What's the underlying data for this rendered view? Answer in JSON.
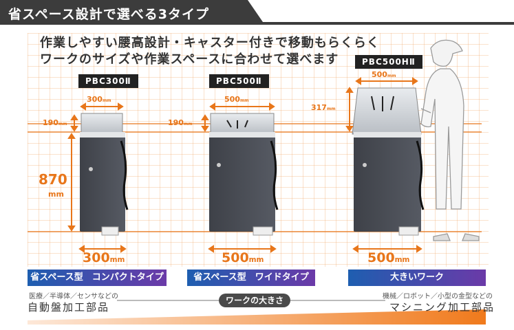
{
  "banner": {
    "title": "省スペース設計で選べる3タイプ"
  },
  "headline": {
    "line1": "作業しやすい腰高設計・キャスター付きで移動もらくらく",
    "line2": "ワークのサイズや作業スペースに合わせて選べます"
  },
  "models": [
    {
      "name": "PBC300Ⅱ",
      "top_width": "300",
      "tray_height": "190",
      "total_height": "870",
      "base_width": "300",
      "type_label": "省スペース型　コンパクトタイプ"
    },
    {
      "name": "PBC500Ⅱ",
      "top_width": "500",
      "tray_height": "190",
      "base_width": "500",
      "type_label": "省スペース型　ワイドタイプ"
    },
    {
      "name": "PBC500HⅡ",
      "top_width": "500",
      "tray_height": "317",
      "base_width": "500",
      "type_label": "大きいワーク"
    }
  ],
  "unit": "mm",
  "scale": {
    "left_caption": "医療／半導体／センサなどの",
    "left_label": "自動盤加工部品",
    "center_label": "ワークの大きさ",
    "right_caption": "機械／ロボット／小型の金型などの",
    "right_label": "マシニング加工部品"
  },
  "colors": {
    "accent": "#e8761a",
    "banner": "#3c3c3c",
    "type_blue": "#1e5eb0",
    "type_purple": "#6b3aa8",
    "cabinet": "#4a4d55"
  }
}
